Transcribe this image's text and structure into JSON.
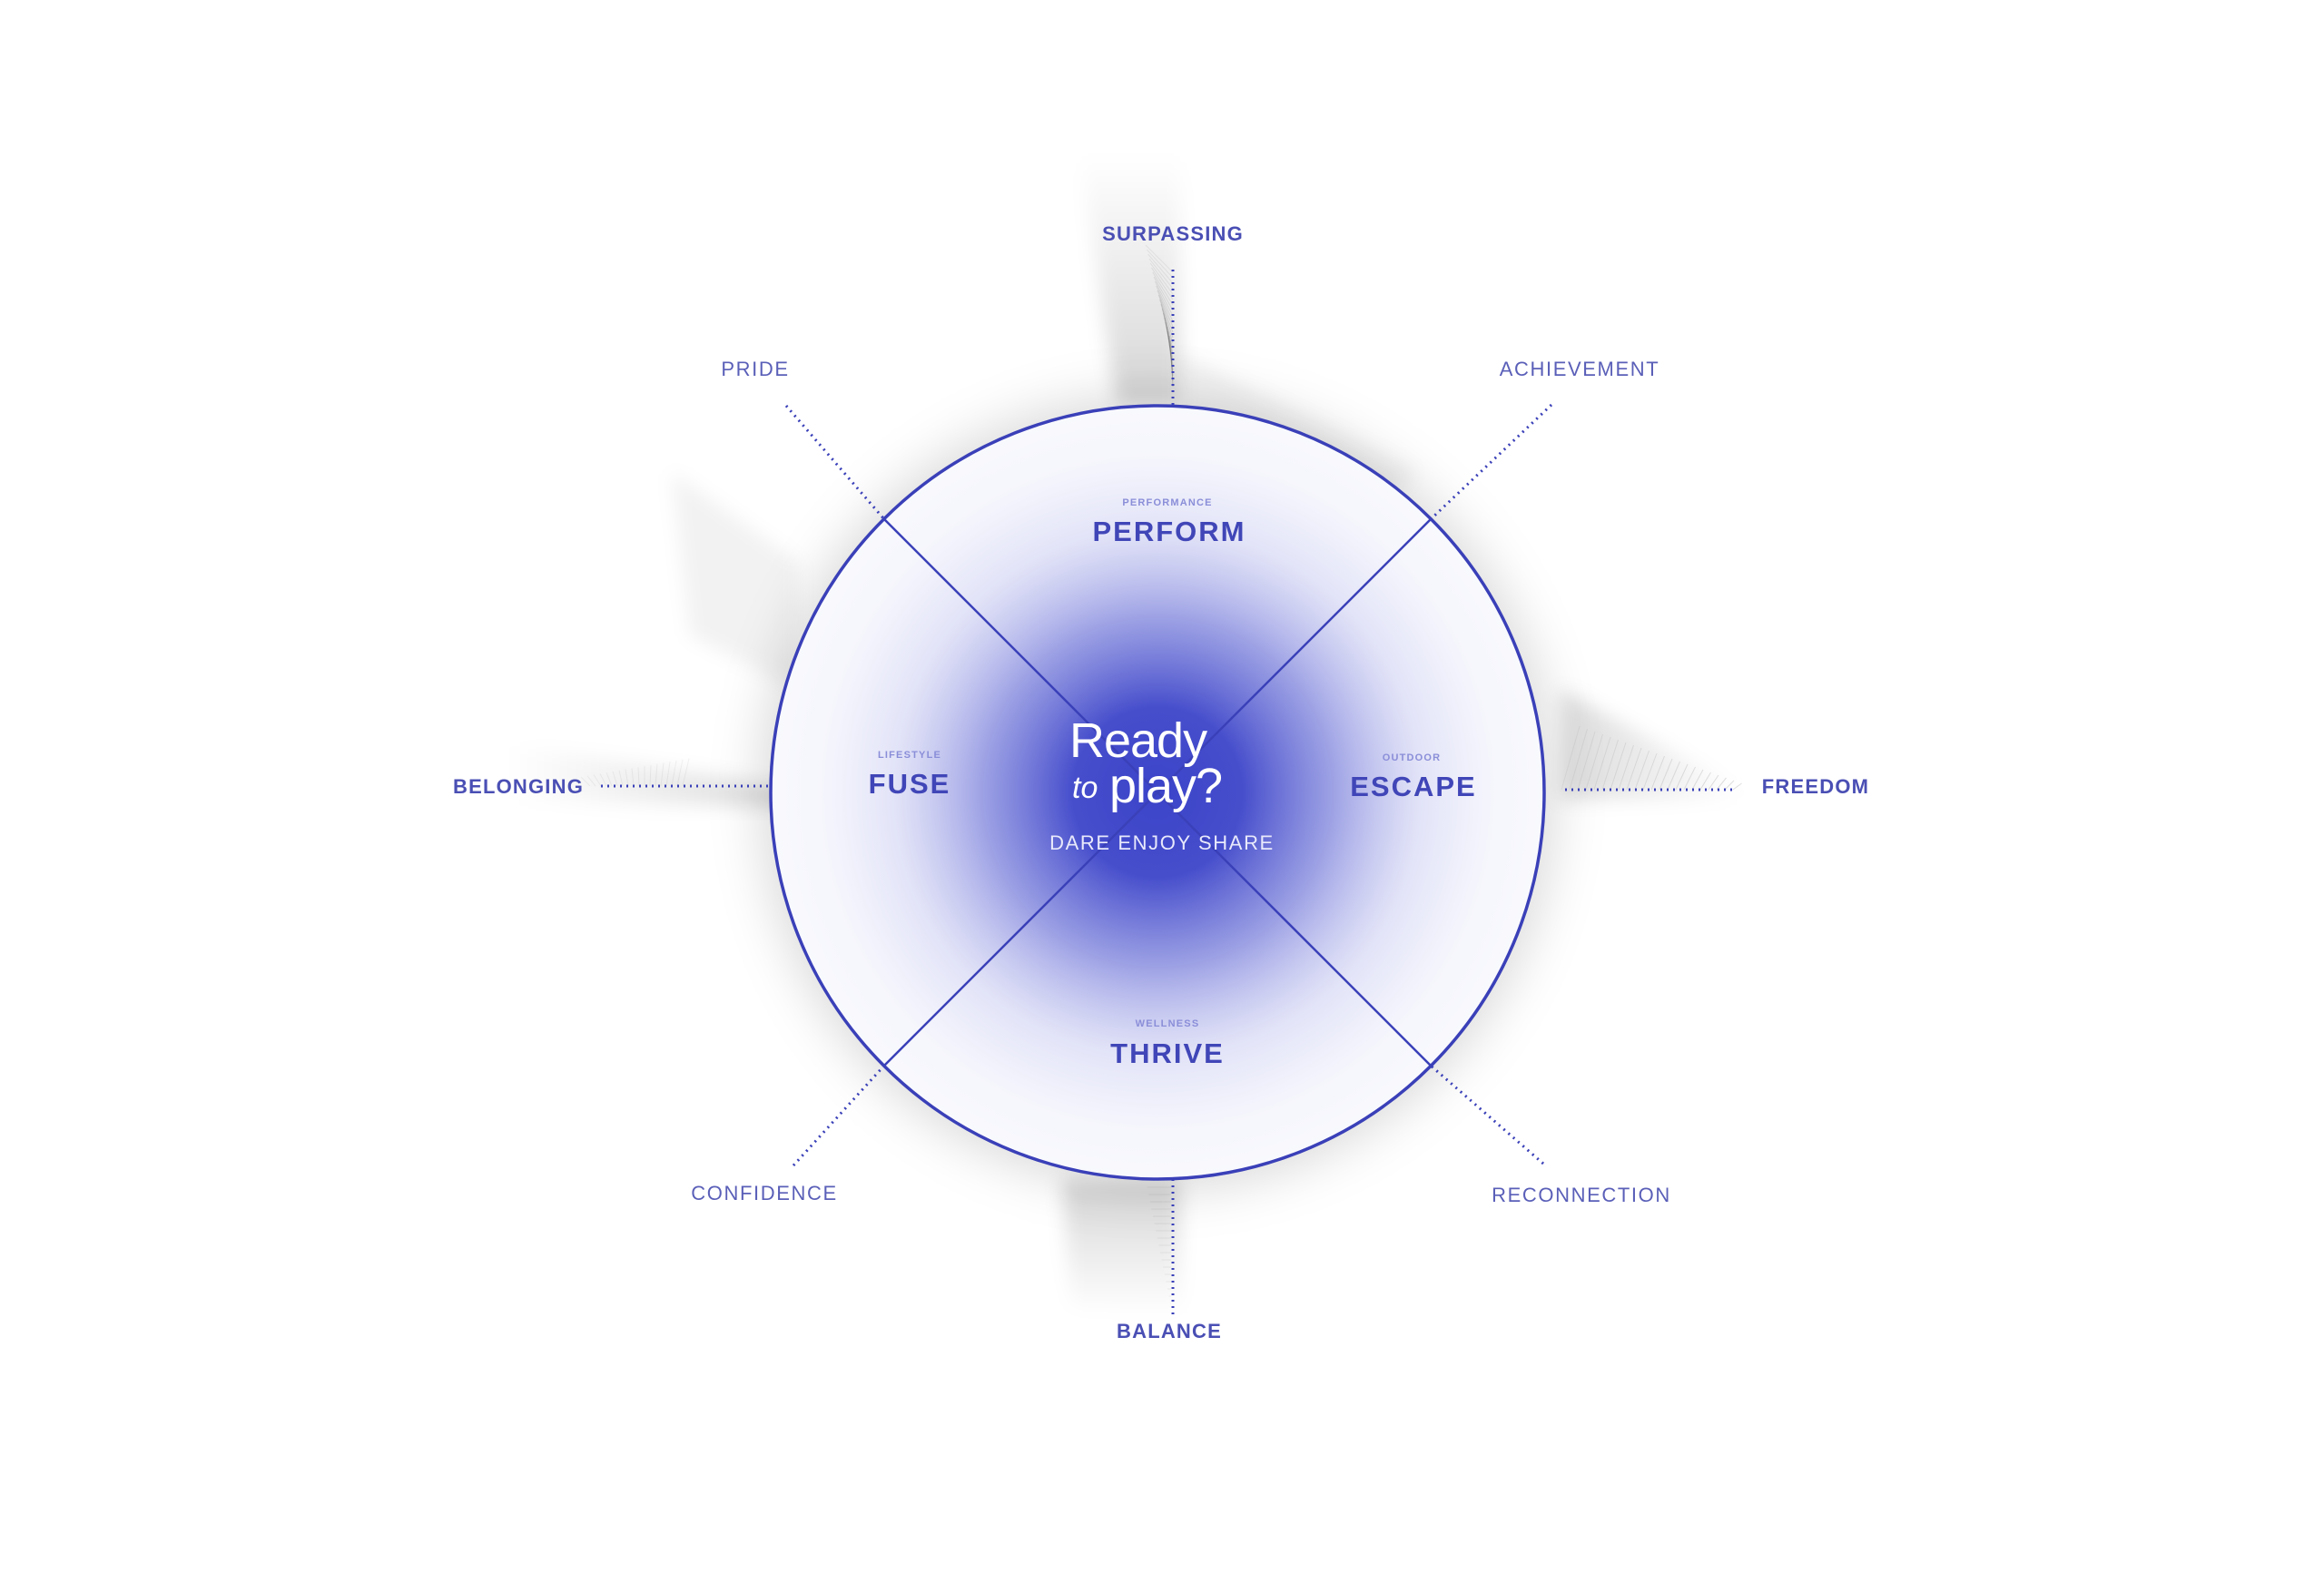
{
  "colors": {
    "primary": "#3a40b8",
    "center_glow": "#3b43c9",
    "outer_label": "#4a4fb4",
    "light_label": "#5a5fb8",
    "sector_small_label": "#8a8ed8",
    "center_text": "#ffffff",
    "shadow": "#000000"
  },
  "center": {
    "title_line1": "Ready",
    "title_to": "to",
    "title_line2": "play?",
    "tagline": "DARE ENJOY SHARE"
  },
  "sectors": {
    "top": {
      "small": "PERFORMANCE",
      "big": "PERFORM"
    },
    "left": {
      "small": "LIFESTYLE",
      "big": "FUSE"
    },
    "right": {
      "small": "OUTDOOR",
      "big": "ESCAPE"
    },
    "bottom": {
      "small": "WELLNESS",
      "big": "THRIVE"
    }
  },
  "axes": {
    "top": "SURPASSING",
    "left": "BELONGING",
    "right": "FREEDOM",
    "bottom": "BALANCE"
  },
  "diagonals": {
    "top_left": "PRIDE",
    "top_right": "ACHIEVEMENT",
    "bottom_left": "CONFIDENCE",
    "bottom_right": "RECONNECTION"
  }
}
